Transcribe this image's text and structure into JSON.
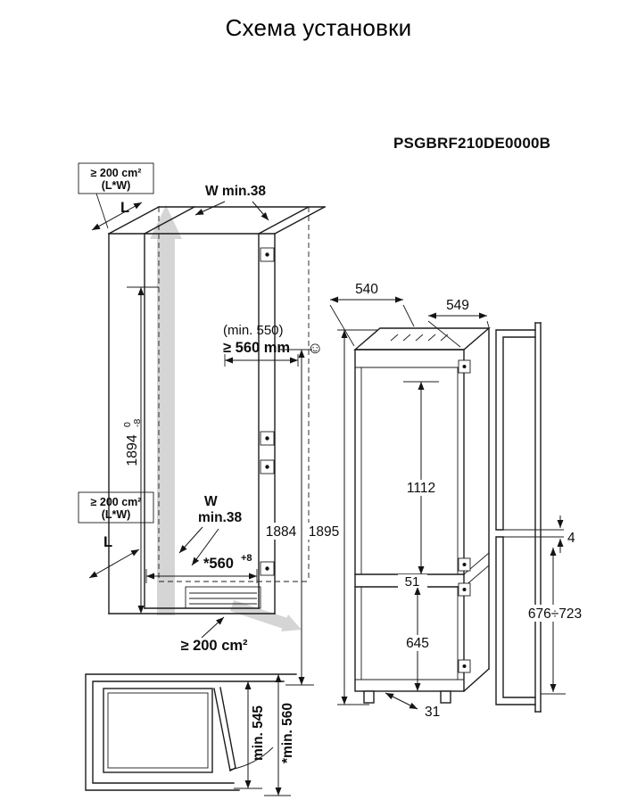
{
  "page": {
    "title": "Схема установки",
    "model": "PSGBRF210DE0000B"
  },
  "colors": {
    "line": "#1c1c1c",
    "airflow": "#d1d1d1"
  },
  "labels": {
    "vent_top_line1": "≥ 200 cm²",
    "vent_top_line2": "(L*W)",
    "vent_mid_line1": "≥ 200 cm²",
    "vent_mid_line2": "(L*W)",
    "vent_bottom": "≥ 200 cm²",
    "l_top": "L",
    "l_bottom": "L",
    "w_top": "W min.38",
    "w_mid_line1": "W",
    "w_mid_line2": "min.38",
    "depth_min": "(min. 550)",
    "depth_rec": "≥ 560 mm",
    "smiley": "☺",
    "h_1894": "1894",
    "h_1894_tol_up": "0",
    "h_1894_tol_dn": "-8",
    "w_560": "*560",
    "w_560_tol": "+8",
    "h_1884": "1884",
    "h_1895": "1895",
    "d_540": "540",
    "d_549": "549",
    "h_1112": "1112",
    "gap_51": "51",
    "h_645": "645",
    "feet_31": "31",
    "gap_4": "4",
    "door_range": "676÷723",
    "plan_depth1": "min. 545",
    "plan_depth2": "*min. 560"
  }
}
